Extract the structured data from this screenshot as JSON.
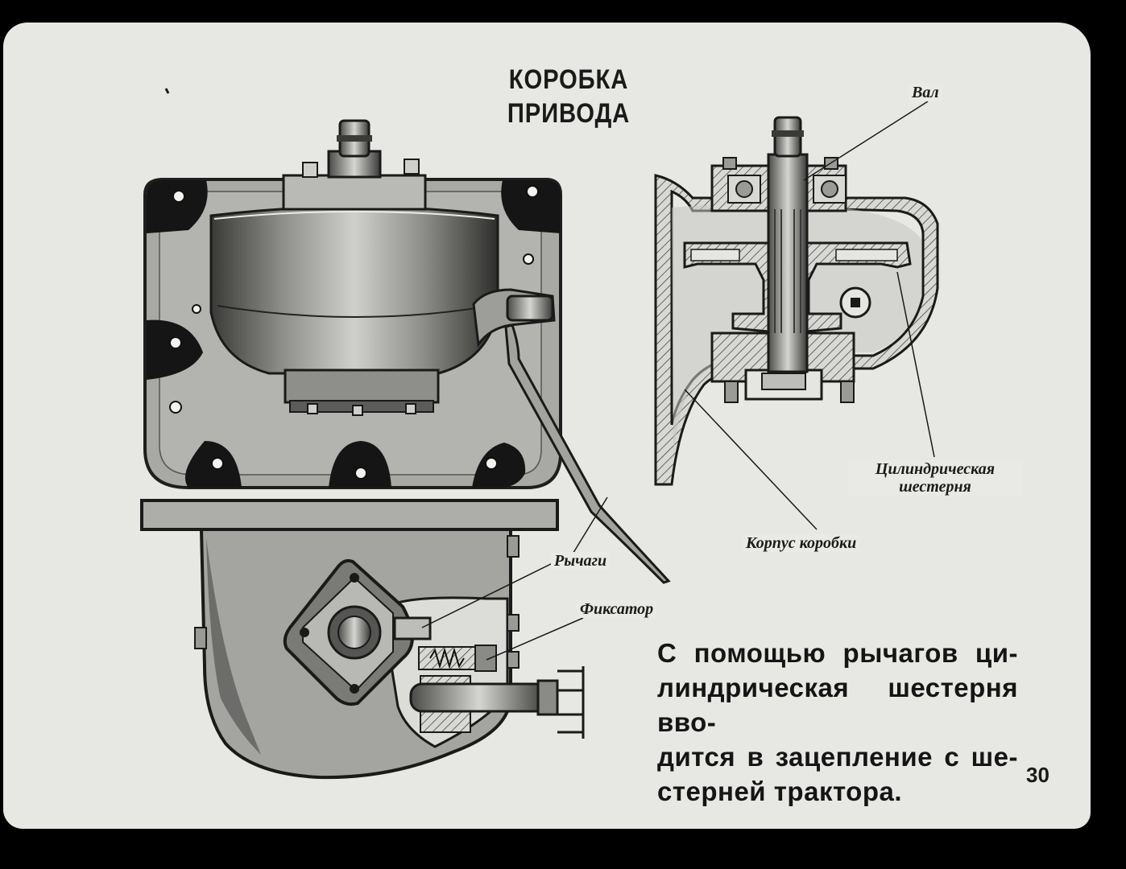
{
  "title": "КОРОБКА ПРИВОДА",
  "labels": {
    "shaft": "Вал",
    "gear_line1": "Цилиндрическая",
    "gear_line2": "шестерня",
    "housing": "Корпус коробки",
    "levers": "Рычаги",
    "latch": "Фиксатор"
  },
  "caption": {
    "lines": [
      "С помощью рычагов ци-",
      "линдрическая шестерня вво-",
      "дится в зацепление с ше-",
      "стерней трактора."
    ]
  },
  "page_number": "30",
  "colors": {
    "background": "#e7e7e4",
    "border": "#000000",
    "ink": "#1a1a1a",
    "metal": "#9a9a96"
  }
}
